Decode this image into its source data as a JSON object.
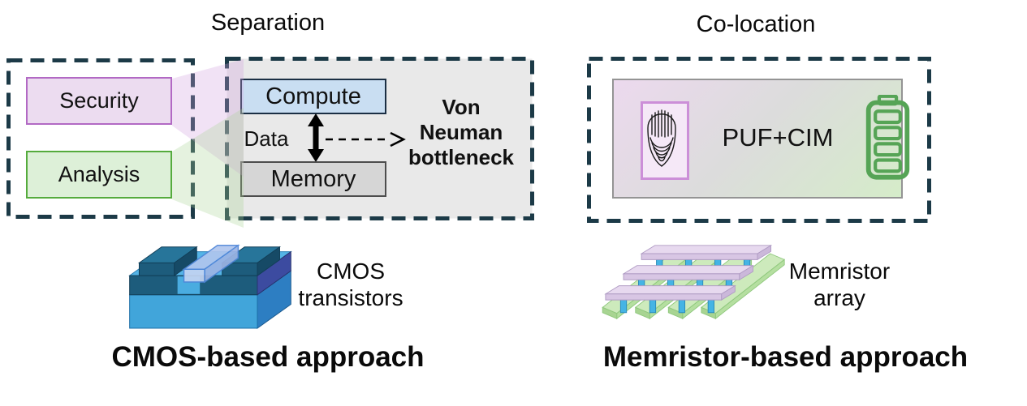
{
  "figure": {
    "left": {
      "title": "Separation",
      "tasks": {
        "security": "Security",
        "analysis": "Analysis"
      },
      "von_neumann": {
        "compute": "Compute",
        "memory": "Memory",
        "data": "Data",
        "bottleneck": [
          "Von",
          "Neuman",
          "bottleneck"
        ]
      },
      "illustration": {
        "icon": "cmos-transistor-icon",
        "caption": [
          "CMOS",
          "transistors"
        ]
      },
      "approach": "CMOS-based approach"
    },
    "right": {
      "title": "Co-location",
      "chip": {
        "label": "PUF+CIM",
        "icons": [
          "fingerprint-icon",
          "battery-icon"
        ]
      },
      "illustration": {
        "icon": "memristor-array-icon",
        "caption": [
          "Memristor",
          "array"
        ]
      },
      "approach": "Memristor-based approach"
    },
    "colors": {
      "dashed_border": "#1c3a47",
      "security_fill": "#ecdcf0",
      "security_border": "#b269c4",
      "analysis_fill": "#ddf0d8",
      "analysis_border": "#55ab3d",
      "compute_fill": "#c9def2",
      "compute_border": "#1b2f44",
      "memory_fill": "#d6d6d6",
      "memory_border": "#4d4d4d",
      "von_neumann_panel_fill": "#e9e9e9",
      "chip_gradient_start": "#ecd9ee",
      "chip_gradient_end": "#d5ecc9",
      "fingerprint_border": "#cc8fd8",
      "battery_green": "#56a456",
      "memristor_pink": "#e7d9ef",
      "memristor_green": "#cdeabc",
      "memristor_pillar_blue": "#45b4e4",
      "cmos_blue_light": "#41a5da",
      "cmos_blue_dark": "#1d5c7c",
      "cmos_indigo": "#3c4ba0"
    }
  }
}
